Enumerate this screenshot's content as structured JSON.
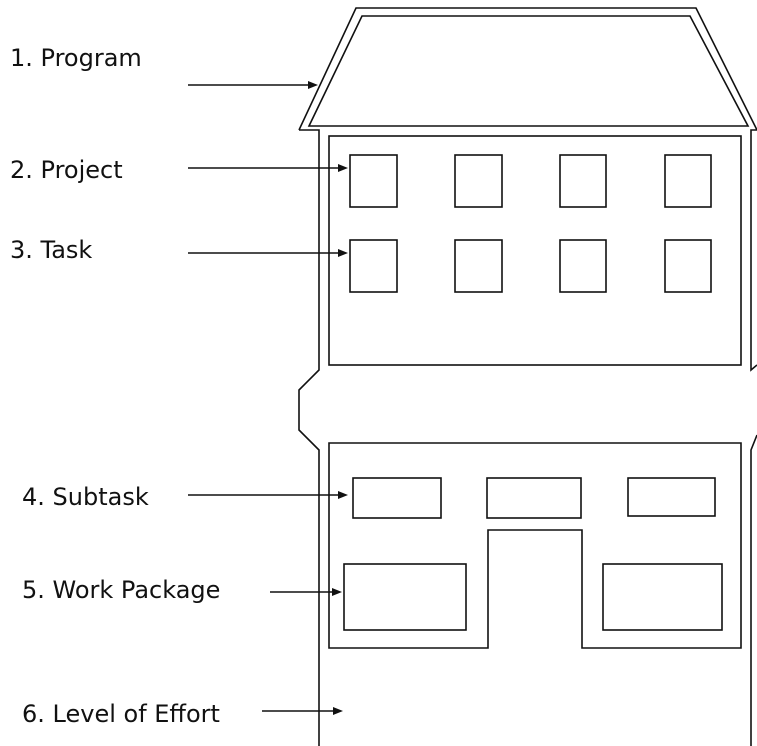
{
  "labels": {
    "program": "1. Program",
    "project": "2. Project",
    "task": "3. Task",
    "subtask": "4. Subtask",
    "work_package": "5. Work Package",
    "level_of_effort": "6. Level of Effort"
  },
  "colors": {
    "stroke": "#111111",
    "background": "#ffffff"
  }
}
